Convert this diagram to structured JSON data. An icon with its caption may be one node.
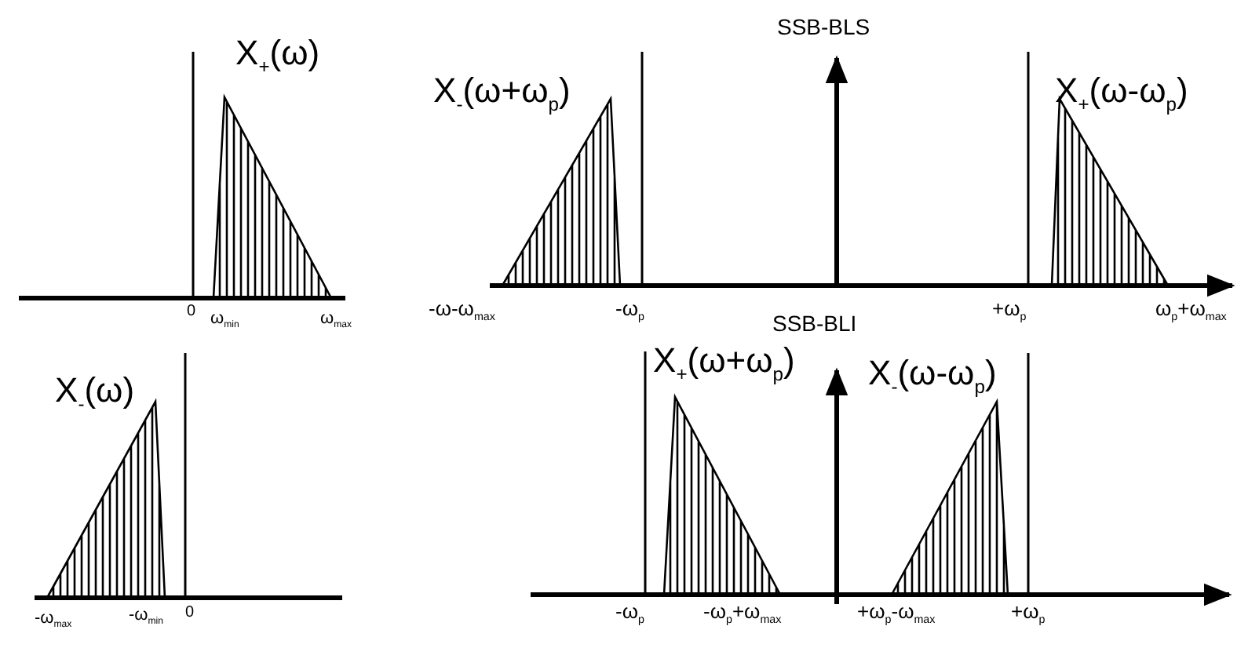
{
  "diagram": {
    "labels": [
      "X$_{+}$(ω)",
      "SSB-BLS",
      "X$_{-}$(ω+ω$_{p}$)",
      "X$_{+}$(ω-ω$_{p}$)",
      "0",
      "ω$_{min}$",
      "ω$_{max}$",
      "-ω-ω$_{max}$",
      "-ω$_{p}$",
      "+ω$_{p}$",
      "ω$_{p}$+ω$_{max}$",
      "SSB-BLI",
      "X$_{-}$(ω)",
      "X$_{+}$(ω+ω$_{p}$)",
      "X$_{-}$(ω-ω$_{p}$)",
      "-ω$_{max}$",
      "-ω$_{min}$",
      "0",
      "-ω$_{p}$",
      "-ω$_{p}$+ω$_{max}$",
      "+ω$_{p}$-ω$_{max}$",
      "+ω$_{p}$"
    ]
  }
}
